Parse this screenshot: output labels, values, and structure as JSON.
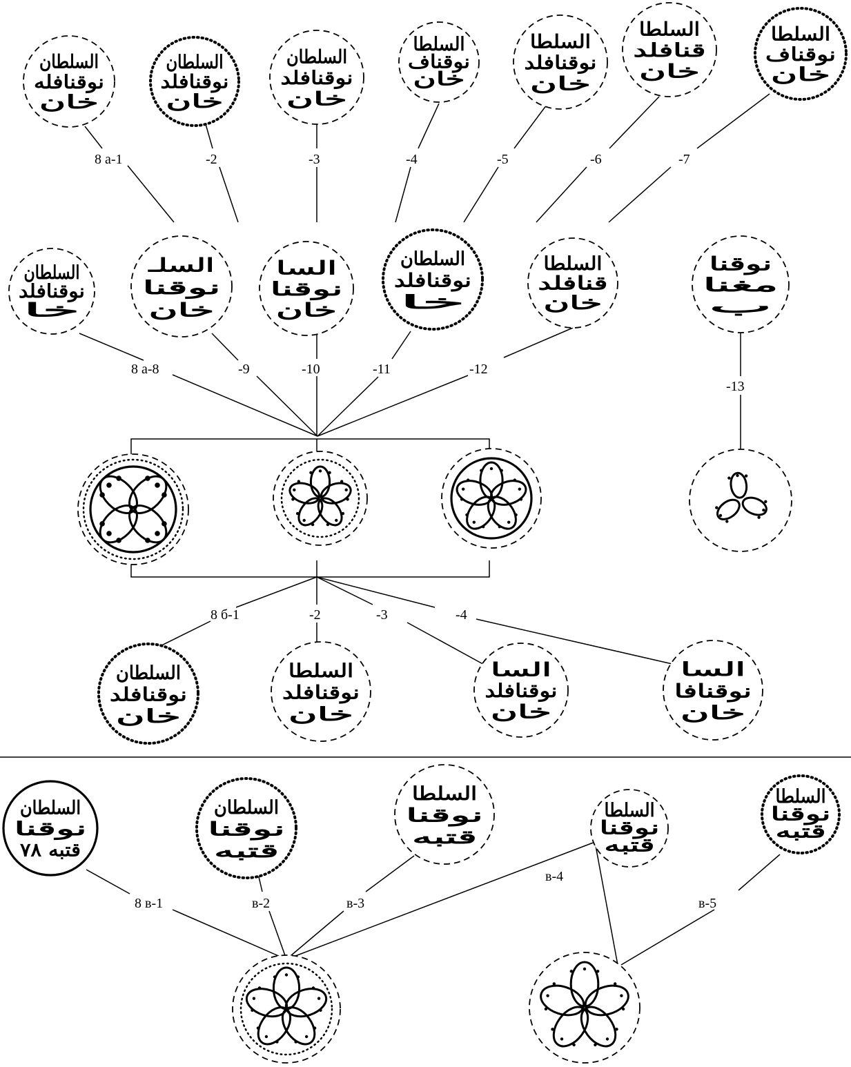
{
  "coins": [
    {
      "id": "a1",
      "text": [
        "السلطان",
        "نوقنافله",
        "خان"
      ],
      "ring": "dash"
    },
    {
      "id": "a2",
      "text": [
        "السلطان",
        "نوقنافلد",
        "خان"
      ],
      "ring": "dot"
    },
    {
      "id": "a3",
      "text": [
        "السلطان",
        "نوقنافلد",
        "خان"
      ],
      "ring": "dash"
    },
    {
      "id": "a4",
      "text": [
        "السلطا",
        "نوقناف",
        "خان"
      ],
      "ring": "dash"
    },
    {
      "id": "a5",
      "text": [
        "السلطا",
        "نوقنافلد",
        "خان"
      ],
      "ring": "dash"
    },
    {
      "id": "a6",
      "text": [
        "السلطا",
        "قنافلد",
        "خان"
      ],
      "ring": "dash"
    },
    {
      "id": "a7",
      "text": [
        "السلطا",
        "نوقناف",
        "خان"
      ],
      "ring": "dot"
    },
    {
      "id": "a8",
      "text": [
        "السلطان",
        "نوقنافلد",
        "خا"
      ],
      "ring": "dash"
    },
    {
      "id": "a9",
      "text": [
        "السلـ",
        "نوقنا",
        "خان"
      ],
      "ring": "dash"
    },
    {
      "id": "a10",
      "text": [
        "السا",
        "نوقنا",
        "خان"
      ],
      "ring": "dash"
    },
    {
      "id": "a11",
      "text": [
        "السلطان",
        "نوقنافلد",
        "خا"
      ],
      "ring": "dot"
    },
    {
      "id": "a12",
      "text": [
        "السلطا",
        "قنافلد",
        "خان"
      ],
      "ring": "dash"
    },
    {
      "id": "a13",
      "text": [
        "نوقنا",
        "مغنا",
        "ب"
      ],
      "ring": "dash"
    },
    {
      "id": "b1",
      "text": [
        "السلطان",
        "نوقنافلد",
        "خان"
      ],
      "ring": "dot"
    },
    {
      "id": "b2",
      "text": [
        "السلطا",
        "نوقنافلد",
        "خان"
      ],
      "ring": "dash"
    },
    {
      "id": "b3",
      "text": [
        "السا",
        "نوقنافلد",
        "خان"
      ],
      "ring": "dash"
    },
    {
      "id": "b4",
      "text": [
        "السا",
        "نوقنافا",
        "خان"
      ],
      "ring": "dash"
    },
    {
      "id": "v1",
      "text": [
        "السلطان",
        "نوقنا",
        "قتبه ٧٨"
      ],
      "ring": "solid"
    },
    {
      "id": "v2",
      "text": [
        "السلطان",
        "نوقنا",
        "قتبه"
      ],
      "ring": "dot"
    },
    {
      "id": "v3",
      "text": [
        "السلطا",
        "نوقنا",
        "قتبه"
      ],
      "ring": "dash"
    },
    {
      "id": "v4",
      "text": [
        "السلطا",
        "نوقنا",
        "قتبه"
      ],
      "ring": "dash"
    },
    {
      "id": "v5",
      "text": [
        "السلطا",
        "نوقنا",
        "قتبه"
      ],
      "ring": "dot"
    }
  ],
  "labels": {
    "a1": "8 а-1",
    "a2": "-2",
    "a3": "-3",
    "a4": "-4",
    "a5": "-5",
    "a6": "-6",
    "a7": "-7",
    "a8": "8 а-8",
    "a9": "-9",
    "a10": "-10",
    "a11": "-11",
    "a12": "-12",
    "a13": "-13",
    "b1": "8 б-1",
    "b2": "-2",
    "b3": "-3",
    "b4": "-4",
    "v1": "8 в-1",
    "v2": "в-2",
    "v3": "в-3",
    "v4": "в-4",
    "v5": "в-5"
  }
}
